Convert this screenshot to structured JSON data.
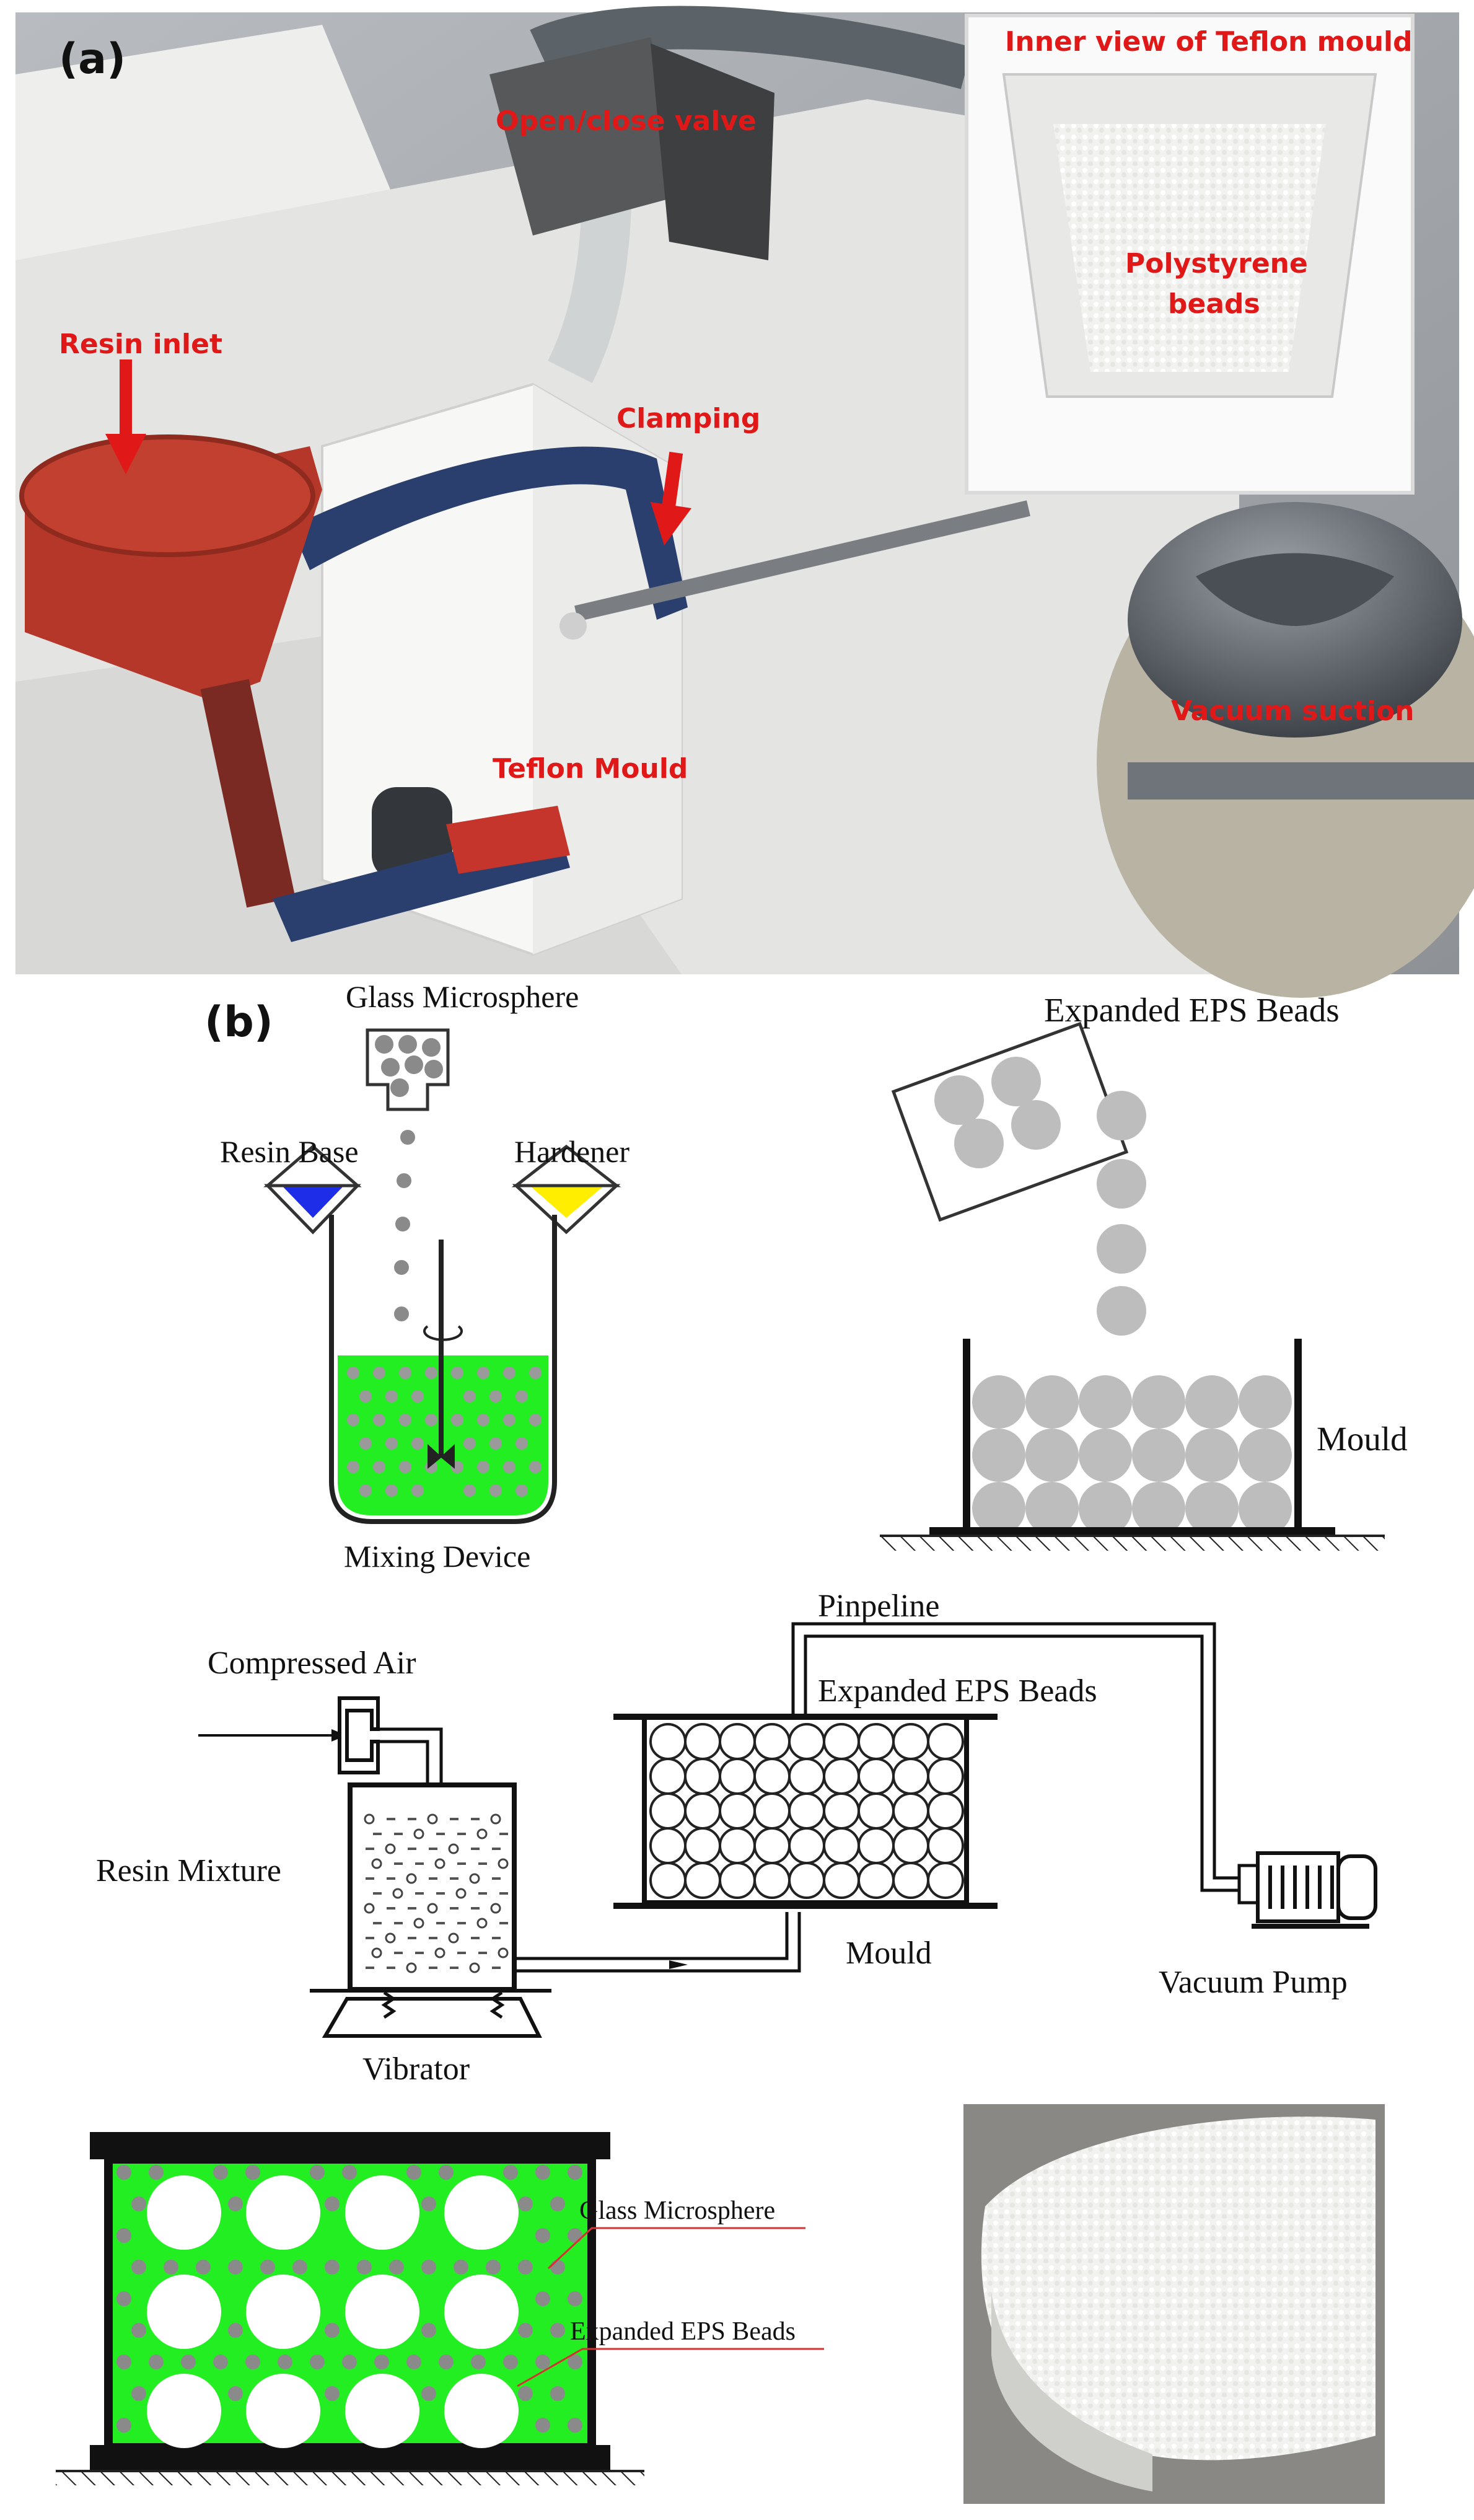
{
  "panel_a": {
    "letter": "(a)",
    "labels": {
      "resin_inlet": "Resin inlet",
      "open_close_valve": "Open/close valve",
      "clamping": "Clamping",
      "teflon_mould": "Teflon Mould",
      "vacuum_suction": "Vacuum suction",
      "inner_view": "Inner view of Teflon mould",
      "polystyrene_line1": "Polystyrene",
      "polystyrene_line2": "beads"
    },
    "colors": {
      "label": "#e01818",
      "arrow": "#e01818"
    }
  },
  "panel_b": {
    "letter": "(b)",
    "labels": {
      "glass_microsphere": "Glass Microsphere",
      "resin_base": "Resin Base",
      "hardener": "Hardener",
      "mixing_device": "Mixing Device",
      "expanded_eps_beads": "Expanded EPS Beads",
      "mould": "Mould",
      "pinpeline": "Pinpeline",
      "compressed_air": "Compressed Air",
      "expanded_eps_beads_2": "Expanded EPS Beads",
      "resin_mixture": "Resin Mixture",
      "mould_2": "Mould",
      "vacuum_pump": "Vacuum Pump",
      "vibrator": "Vibrator",
      "glass_microsphere_2": "Glass Microsphere",
      "expanded_eps_beads_3": "Expanded EPS Beads"
    },
    "colors": {
      "resin_green": "#22ee22",
      "resin_base_blue": "#1e2ee8",
      "hardener_yellow": "#ffee00",
      "bead_grey": "#bdbdbd",
      "microsphere_grey": "#8a8a8a",
      "callout_red": "#d43333"
    }
  }
}
